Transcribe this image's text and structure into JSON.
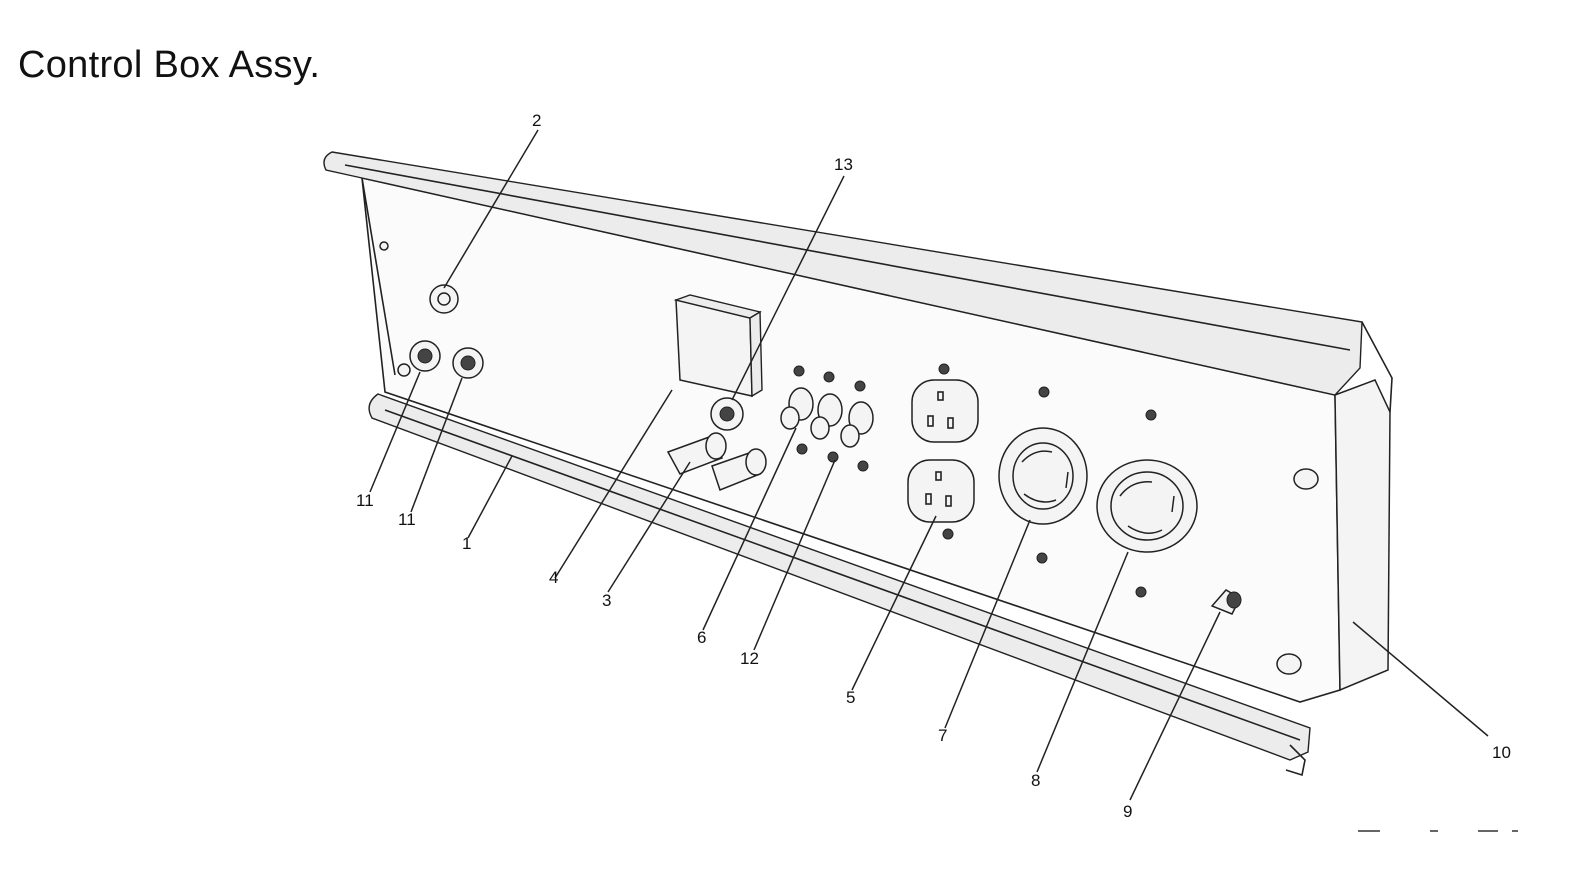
{
  "title": "Control Box Assy.",
  "callouts": [
    {
      "id": "label-1",
      "text": "1"
    },
    {
      "id": "label-2",
      "text": "2"
    },
    {
      "id": "label-3",
      "text": "3"
    },
    {
      "id": "label-4",
      "text": "4"
    },
    {
      "id": "label-5",
      "text": "5"
    },
    {
      "id": "label-6",
      "text": "6"
    },
    {
      "id": "label-7",
      "text": "7"
    },
    {
      "id": "label-8",
      "text": "8"
    },
    {
      "id": "label-9",
      "text": "9"
    },
    {
      "id": "label-10",
      "text": "10"
    },
    {
      "id": "label-11a",
      "text": "11"
    },
    {
      "id": "label-11b",
      "text": "11"
    },
    {
      "id": "label-12",
      "text": "12"
    },
    {
      "id": "label-13",
      "text": "13"
    }
  ]
}
